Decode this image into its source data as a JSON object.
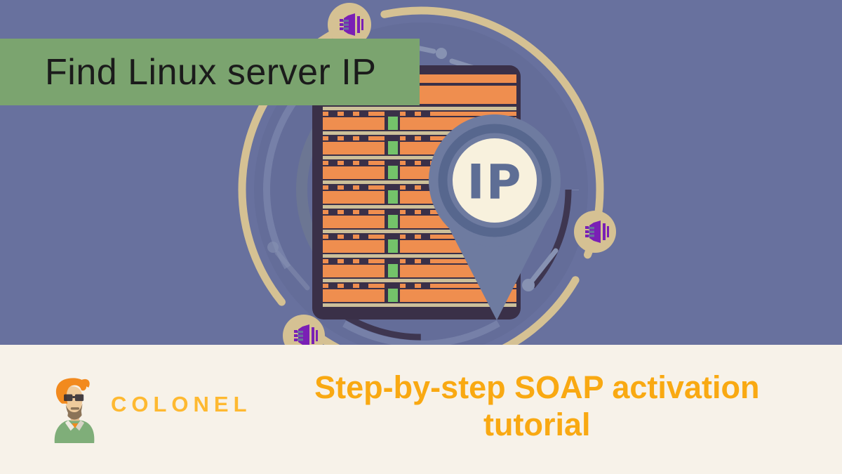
{
  "colors": {
    "background": "#68719E",
    "banner_green": "#7BA46F",
    "accent_gold": "#F9A912",
    "logo_gold": "#FEB931",
    "footer_cream": "#F7F2E9",
    "ring_tan": "#D5C193",
    "server_orange": "#EF8E4F",
    "led_green": "#74C36A",
    "pin_blue": "#6E7BA0",
    "node_purple": "#7A1FB5"
  },
  "banner": {
    "label": "Find Linux server IP"
  },
  "illustration": {
    "pin_label": "IP"
  },
  "footer": {
    "brand": "COLONEL",
    "title_lines": [
      "Step-by-step SOAP activation",
      "tutorial"
    ]
  }
}
